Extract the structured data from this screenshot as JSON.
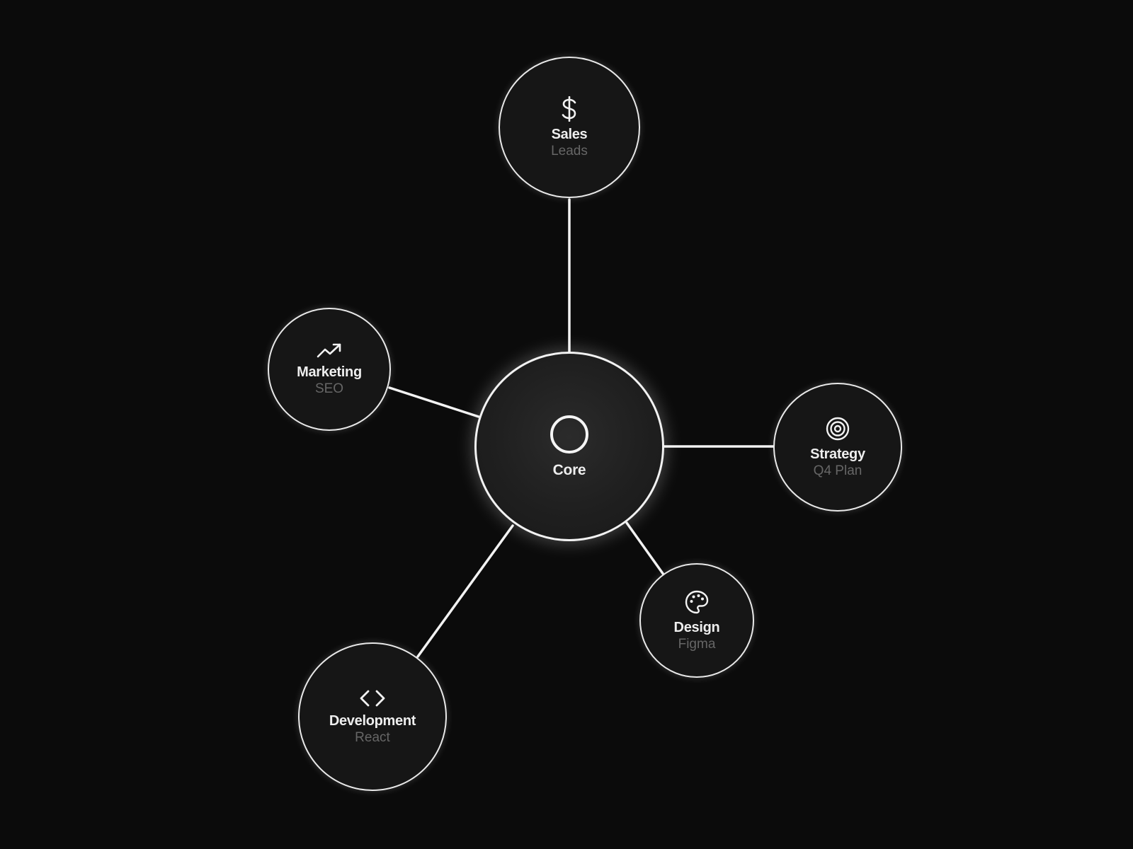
{
  "diagram": {
    "center": {
      "label": "Core",
      "icon": "circle-icon"
    },
    "nodes": [
      {
        "key": "sales",
        "label": "Sales",
        "sublabel": "Leads",
        "icon": "dollar-icon"
      },
      {
        "key": "marketing",
        "label": "Marketing",
        "sublabel": "SEO",
        "icon": "trending-up-icon"
      },
      {
        "key": "strategy",
        "label": "Strategy",
        "sublabel": "Q4 Plan",
        "icon": "target-icon"
      },
      {
        "key": "design",
        "label": "Design",
        "sublabel": "Figma",
        "icon": "palette-icon"
      },
      {
        "key": "development",
        "label": "Development",
        "sublabel": "React",
        "icon": "code-icon"
      }
    ],
    "colors": {
      "background": "#0b0b0b",
      "node_fill": "#161616",
      "stroke": "#f2f2f2",
      "sublabel": "#666666"
    }
  }
}
